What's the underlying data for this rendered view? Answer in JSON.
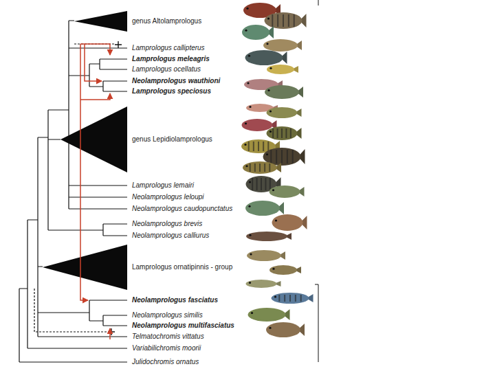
{
  "diagram": {
    "nodes": [
      {
        "text": [
          "genus Altolamprologus"
        ]
      },
      {
        "text": [
          "genus Lepidiolamprologus"
        ]
      },
      {
        "text": [
          "Lamprologus ornatipinnis - group"
        ]
      }
    ],
    "labels": [
      "Lamprologus callipterus",
      "Lamprologus meleagris",
      "Lamprologus ocellatus",
      "Neolamprologus wauthioni",
      "Lamprologus speciosus",
      "Lamprologus lemairi",
      "Neolamprologus leloupi",
      "Neolamprologus caudopunctatus",
      "Neolamprologus brevis",
      "Neolamprologus calliurus",
      "Neolamprologus fasciatus",
      "Neolamprologus similis",
      "Neolamprologus multifasciatus",
      "Telmatochromis vittatus",
      "Variabilichromis moorii",
      "Julidochromis ornatus"
    ]
  }
}
